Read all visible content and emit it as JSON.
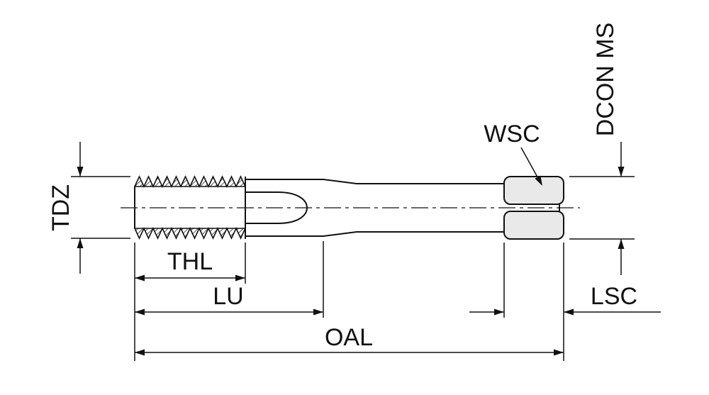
{
  "diagram": {
    "type": "technical-drawing",
    "labels": {
      "tdz": "TDZ",
      "thl": "THL",
      "lu": "LU",
      "oal": "OAL",
      "lsc": "LSC",
      "wsc": "WSC",
      "dcon_ms": "DCON MS"
    },
    "colors": {
      "line": "#111111",
      "square_fill": "#e9e9e9",
      "background": "#ffffff"
    }
  }
}
